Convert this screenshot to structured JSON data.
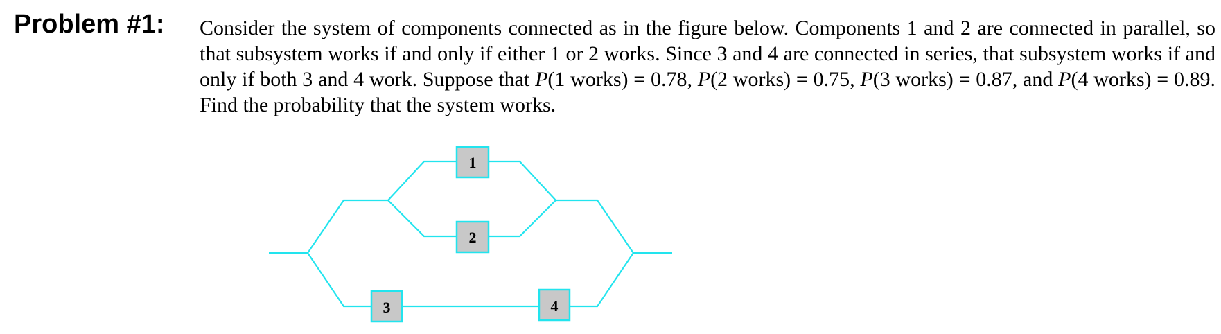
{
  "problem": {
    "label": "Problem #1:",
    "text_parts": [
      "Consider the system of components connected as in the figure below. Components 1 and 2 are connected in parallel, so that subsystem works if and only if either 1 or 2 works. Since 3 and 4 are connected in series, that subsystem works if and only if both 3 and 4 work. Suppose that ",
      "P",
      "(1 works) = 0.78, ",
      "P",
      "(2 works) = 0.75, ",
      "P",
      "(3 works) = 0.87, and ",
      "P",
      "(4 works) = 0.89. Find the probability that the system works."
    ]
  },
  "diagram": {
    "components": [
      "1",
      "2",
      "3",
      "4"
    ],
    "colors": {
      "wire": "#22e4ee",
      "box_fill": "#c8c8c8"
    }
  }
}
